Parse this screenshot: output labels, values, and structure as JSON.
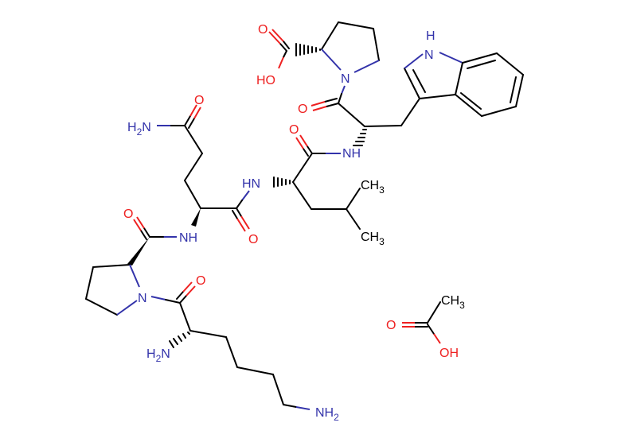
{
  "diagram": {
    "type": "chemical-structure",
    "description": "Peptide Lys-Pro-Gln-Leu-Trp-Pro (acetate salt)",
    "colors": {
      "carbon_bond": "#000000",
      "nitrogen": "#3333aa",
      "oxygen": "#ee2020",
      "background": "#ffffff"
    },
    "labels": {
      "pro_c_oh": "HO",
      "pro_c_o": "O",
      "pro_c_n": "N",
      "trp_co_o": "O",
      "indole_h": "H",
      "indole_n": "N",
      "trp_nh": "NH",
      "leu_co_o": "O",
      "leu_nh": "HN",
      "leu_ch3_a": "CH",
      "leu_ch3_a_sub": "3",
      "leu_ch3_b": "CH",
      "leu_ch3_b_sub": "3",
      "gln_amide_n": "H",
      "gln_amide_n_sub": "2",
      "gln_amide_n_tail": "N",
      "gln_amide_o": "O",
      "gln_co_o": "O",
      "gln_nh": "NH",
      "pro1_co_o": "O",
      "pro1_n": "N",
      "lys_co_o": "O",
      "lys_alpha_n": "H",
      "lys_alpha_n_sub": "2",
      "lys_alpha_n_tail": "N",
      "lys_eps_n": "NH",
      "lys_eps_n_sub": "2",
      "acetate_ch3": "CH",
      "acetate_ch3_sub": "3",
      "acetate_o": "O",
      "acetate_oh": "OH"
    }
  }
}
